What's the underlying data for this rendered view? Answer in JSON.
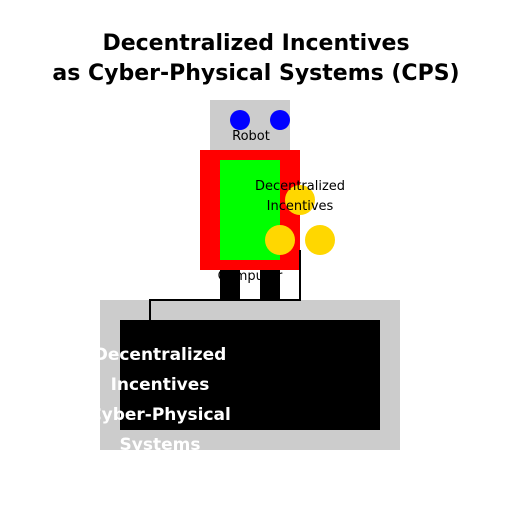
{
  "title": {
    "line1": "Decentralized Incentives",
    "line2": "as Cyber-Physical Systems (CPS)"
  },
  "robot": {
    "label": "Robot"
  },
  "incentives": {
    "line1": "Decentralized",
    "line2": "Incentives"
  },
  "computer": {
    "label": "Computer"
  },
  "cps_block": {
    "line1": "Decentralized",
    "line2": "Incentives",
    "line3": "Cyber-Physical",
    "line4": "Systems"
  },
  "colors": {
    "gray": "#cccccc",
    "red": "#ff0000",
    "green": "#00ff00",
    "blue": "#0000ff",
    "yellow": "#ffd700",
    "black": "#000000"
  }
}
